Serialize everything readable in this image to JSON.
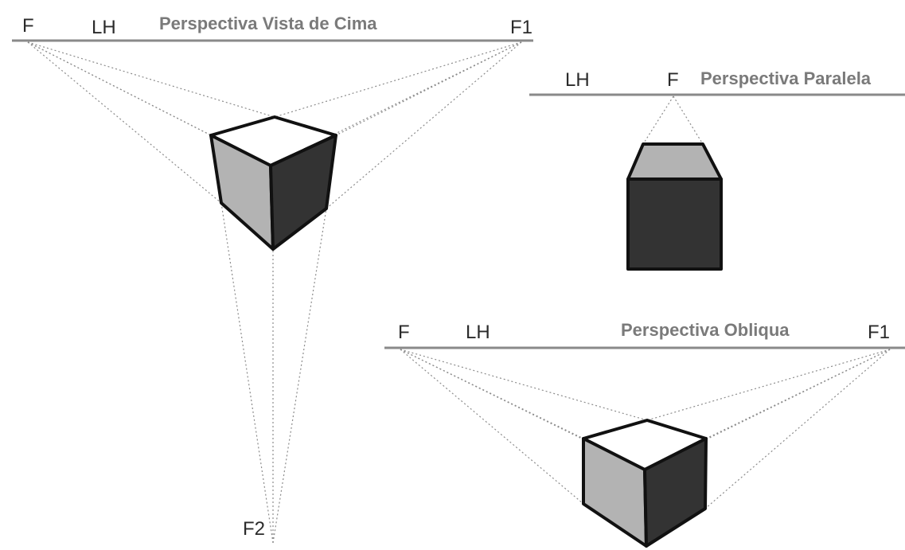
{
  "top_view": {
    "title": "Perspectiva Vista de Cima",
    "vp_left": "F",
    "horizon_label": "LH",
    "vp_right": "F1",
    "vp_bottom": "F2"
  },
  "parallel": {
    "title": "Perspectiva Paralela",
    "horizon_label": "LH",
    "vp": "F"
  },
  "oblique": {
    "title": "Perspectiva Obliqua",
    "vp_left": "F",
    "horizon_label": "LH",
    "vp_right": "F1"
  },
  "colors": {
    "face_light": "#ffffff",
    "face_mid": "#b3b3b3",
    "face_dark": "#333333",
    "horizon": "#8a8a8a",
    "title_text": "#7a7a7a",
    "label_text": "#2b2b2b"
  }
}
